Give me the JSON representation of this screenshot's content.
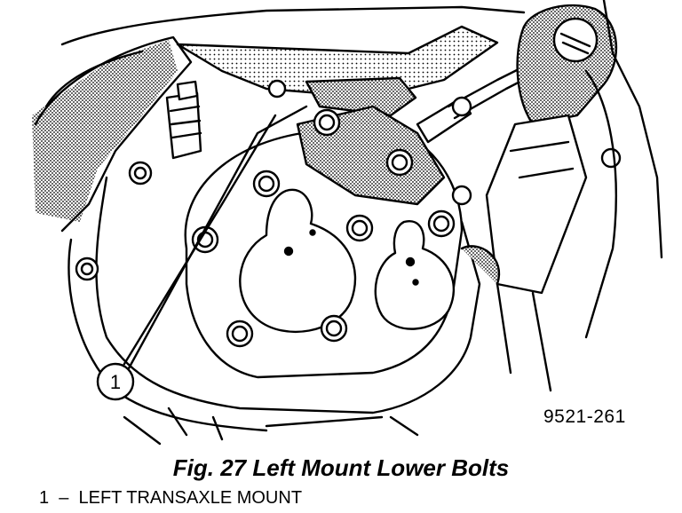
{
  "figure": {
    "callout_number": "1",
    "code": "9521-261"
  },
  "caption": "Fig. 27 Left Mount Lower Bolts",
  "legend": {
    "items": [
      {
        "number": "1",
        "dash": "–",
        "label": "LEFT TRANSAXLE MOUNT"
      }
    ]
  }
}
